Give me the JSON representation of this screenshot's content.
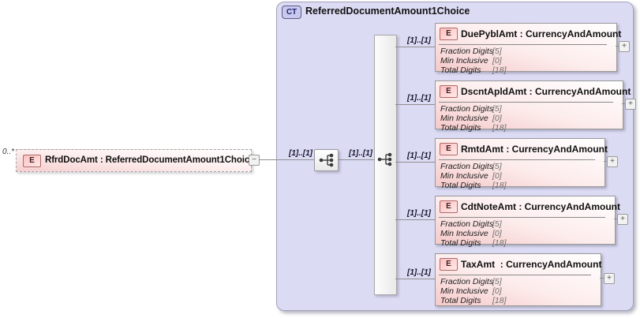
{
  "panel": {
    "badge": "CT",
    "title": "ReferredDocumentAmount1Choice"
  },
  "root": {
    "occurrence": "0..*",
    "label": "RfrdDocAmt : ReferredDocumentAmount1Choice"
  },
  "connectors": {
    "root_to_choice": "[1]..[1]",
    "choice_to_items": "[1]..[1]"
  },
  "children": [
    {
      "cardinality": "[1]..[1]",
      "label": "DuePyblAmt : CurrencyAndAmount",
      "facets": [
        {
          "name": "Fraction Digits",
          "value": "[5]"
        },
        {
          "name": "Min Inclusive",
          "value": "[0]"
        },
        {
          "name": "Total Digits",
          "value": "[18]"
        }
      ]
    },
    {
      "cardinality": "[1]..[1]",
      "label": "DscntApldAmt : CurrencyAndAmount",
      "facets": [
        {
          "name": "Fraction Digits",
          "value": "[5]"
        },
        {
          "name": "Min Inclusive",
          "value": "[0]"
        },
        {
          "name": "Total Digits",
          "value": "[18]"
        }
      ]
    },
    {
      "cardinality": "[1]..[1]",
      "label": "RmtdAmt : CurrencyAndAmount",
      "facets": [
        {
          "name": "Fraction Digits",
          "value": "[5]"
        },
        {
          "name": "Min Inclusive",
          "value": "[0]"
        },
        {
          "name": "Total Digits",
          "value": "[18]"
        }
      ]
    },
    {
      "cardinality": "[1]..[1]",
      "label": "CdtNoteAmt : CurrencyAndAmount",
      "facets": [
        {
          "name": "Fraction Digits",
          "value": "[5]"
        },
        {
          "name": "Min Inclusive",
          "value": "[0]"
        },
        {
          "name": "Total Digits",
          "value": "[18]"
        }
      ]
    },
    {
      "cardinality": "[1]..[1]",
      "label": "TaxAmt  : CurrencyAndAmount",
      "facets": [
        {
          "name": "Fraction Digits",
          "value": "[5]"
        },
        {
          "name": "Min Inclusive",
          "value": "[0]"
        },
        {
          "name": "Total Digits",
          "value": "[18]"
        }
      ]
    }
  ],
  "icons": {
    "element_badge": "E",
    "collapse": "−",
    "expand": "+"
  },
  "colors": {
    "panel_bg": "#dcdbf4",
    "panel_border": "#a3a3bb",
    "element_pink": "#f5c9c9",
    "badge_pink": "#ffc0c0",
    "badge_pink_border": "#b06868",
    "ct_badge_bg": "#c9c9ef",
    "line": "#8f8f8f"
  }
}
